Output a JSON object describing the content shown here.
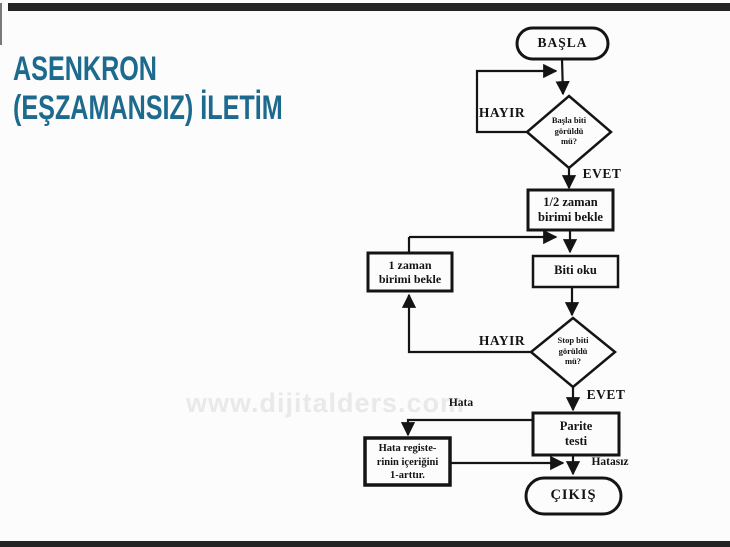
{
  "slide": {
    "title": "ASENKRON\n(EŞZAMANSIZ) İLETİM",
    "watermark": "www.dijitalders.com",
    "accent_color": "#1d6a8e",
    "ink_color": "#141414"
  },
  "flowchart": {
    "start_terminal": "BAŞLA",
    "end_terminal": "ÇIKIŞ",
    "decision_start_bit": "Başla biti\ngörüldü\nmü?",
    "decision_stop_bit": "Stop biti\ngörüldü\nmü?",
    "process_half_wait": "1/2 zaman\nbirimi bekle",
    "process_read_bit": "Biti oku",
    "process_one_wait": "1 zaman\nbirimi bekle",
    "process_parity": "Parite\ntesti",
    "process_error_register": "Hata registe-\nrinin içeriğini\n1-arttır.",
    "branch_no_1": "HAYIR",
    "branch_yes_1": "EVET",
    "branch_no_2": "HAYIR",
    "branch_yes_2": "EVET",
    "branch_error": "Hata",
    "branch_no_error": "Hatasız"
  }
}
